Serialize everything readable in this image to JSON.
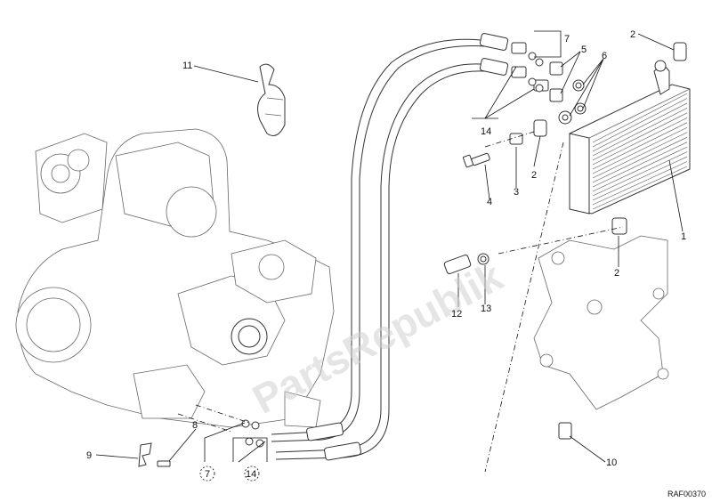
{
  "watermark": "PartsRepublik",
  "drawing_code": "RAF00370",
  "callouts": {
    "c1": "1",
    "c2a": "2",
    "c2b": "2",
    "c2c": "2",
    "c3": "3",
    "c4": "4",
    "c5": "5",
    "c6": "6",
    "c7": "7",
    "c7b": "7",
    "c8": "8",
    "c9": "9",
    "c10": "10",
    "c11": "11",
    "c12": "12",
    "c13": "13",
    "c14": "14",
    "c14b": "14"
  }
}
